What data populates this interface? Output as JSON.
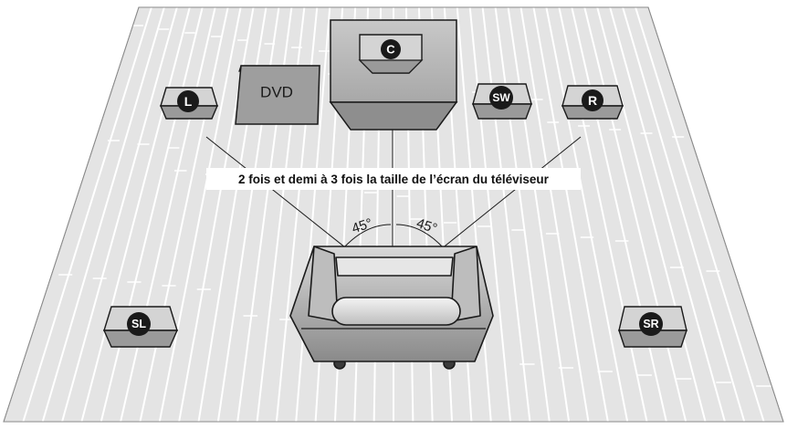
{
  "speakers": {
    "center": "C",
    "left": "L",
    "subwoofer": "SW",
    "right": "R",
    "surround_left": "SL",
    "surround_right": "SR"
  },
  "dvd_label": "DVD",
  "caption": "2 fois et demi à 3 fois la taille de l’écran du téléviseur",
  "angle_left": "45°",
  "angle_right": "45°",
  "colors": {
    "floor": "#e4e4e4",
    "floor_stripe": "#ffffff",
    "outline": "#1a1a1a",
    "box_front": "#9c9c9c",
    "box_top": "#d6d6d6",
    "badge": "#1a1a1a"
  }
}
